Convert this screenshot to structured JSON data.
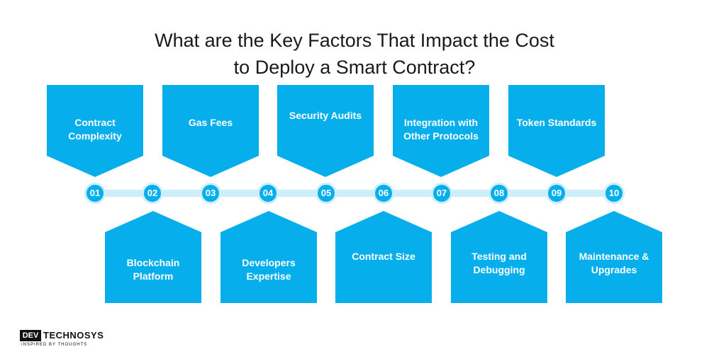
{
  "title": {
    "line1": "What are the Key Factors That Impact the Cost",
    "line2": "to Deploy a Smart Contract?"
  },
  "factors": [
    {
      "number": "01",
      "lines": [
        "Contract",
        "Complexity"
      ]
    },
    {
      "number": "02",
      "lines": [
        "Blockchain",
        "Platform"
      ]
    },
    {
      "number": "03",
      "lines": [
        "Gas Fees"
      ]
    },
    {
      "number": "04",
      "lines": [
        "Developers",
        "Expertise"
      ]
    },
    {
      "number": "05",
      "lines": [
        "Security Audits"
      ]
    },
    {
      "number": "06",
      "lines": [
        "Contract Size"
      ]
    },
    {
      "number": "07",
      "lines": [
        "Integration with",
        "Other Protocols"
      ]
    },
    {
      "number": "08",
      "lines": [
        "Testing and",
        "Debugging"
      ]
    },
    {
      "number": "09",
      "lines": [
        "Token Standards"
      ]
    },
    {
      "number": "10",
      "lines": [
        "Maintenance &",
        "Upgrades"
      ]
    }
  ],
  "colors": {
    "box": "#06aeeb",
    "track": "#cdeefb",
    "title": "#1a1a1a"
  },
  "logo": {
    "mark": "DEV",
    "name": "TECHNOSYS",
    "tagline": "INSPIRED BY THOUGHTS"
  }
}
